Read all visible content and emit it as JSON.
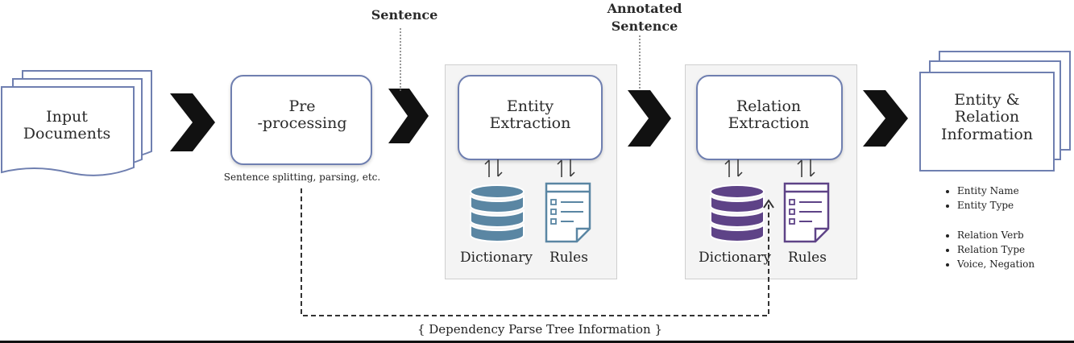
{
  "nodes": {
    "input": "Input\nDocuments",
    "preprocessing": "Pre\n-processing",
    "entity_extraction": "Entity\nExtraction",
    "relation_extraction": "Relation\nExtraction",
    "output": "Entity &\nRelation\nInformation"
  },
  "labels": {
    "sentence": "Sentence",
    "annotated_sentence": "Annotated\nSentence",
    "preprocessing_note": "Sentence splitting, parsing, etc.",
    "dependency": "{ Dependency Parse Tree Information }"
  },
  "resources": {
    "entity_dictionary": "Dictionary",
    "entity_rules": "Rules",
    "relation_dictionary": "Dictionary",
    "relation_rules": "Rules"
  },
  "output_items": {
    "entity": [
      "Entity Name",
      "Entity Type"
    ],
    "relation": [
      "Relation Verb",
      "Relation Type",
      "Voice, Negation"
    ]
  },
  "colors": {
    "box_border": "#6f7fb0",
    "arrow": "#111111",
    "entity_db": "#5a86a3",
    "relation_db": "#5e4387",
    "panel_bg": "#f4f4f4"
  }
}
